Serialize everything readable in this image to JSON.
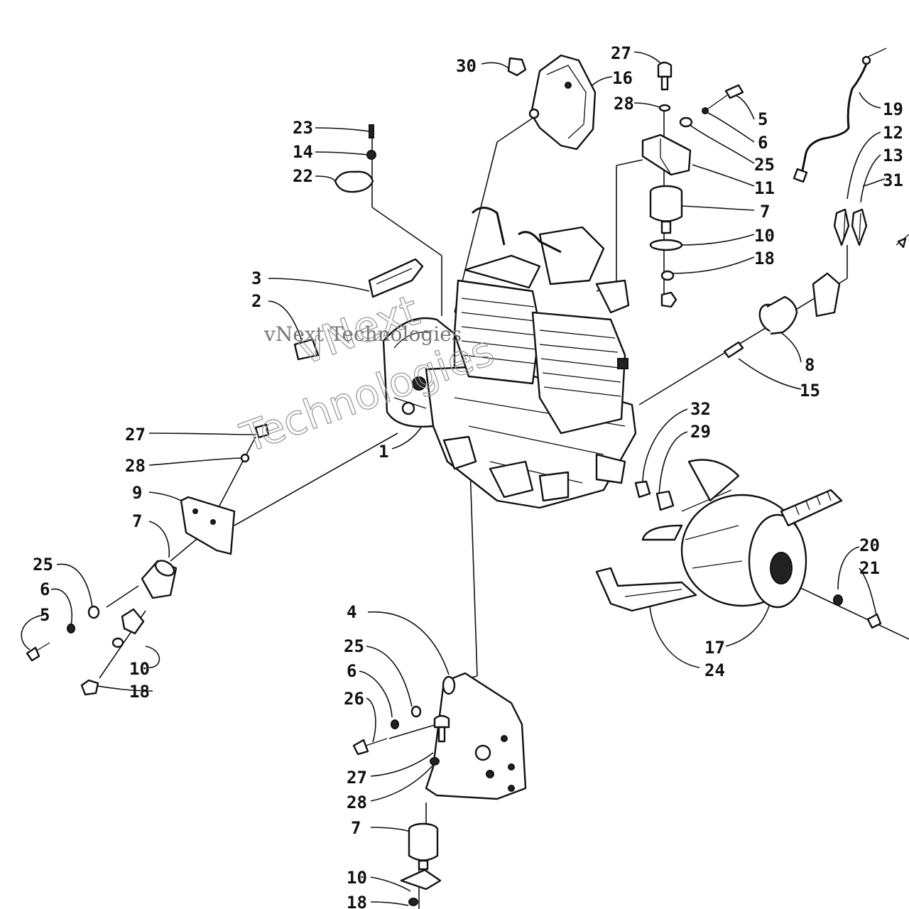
{
  "labels": [
    "30",
    "16",
    "27",
    "28",
    "5",
    "6",
    "25",
    "11",
    "7",
    "10",
    "18",
    "19",
    "12",
    "13",
    "31",
    "23",
    "14",
    "22",
    "3",
    "2",
    "8",
    "15",
    "1",
    "32",
    "29",
    "27",
    "28",
    "9",
    "7",
    "25",
    "6",
    "5",
    "10",
    "18",
    "20",
    "21",
    "17",
    "24",
    "4",
    "25",
    "6",
    "26",
    "27",
    "28",
    "7",
    "10",
    "18"
  ],
  "watermark": {
    "line1": "vNext",
    "line2": "vNext Technologies",
    "line3": "Technologies"
  }
}
